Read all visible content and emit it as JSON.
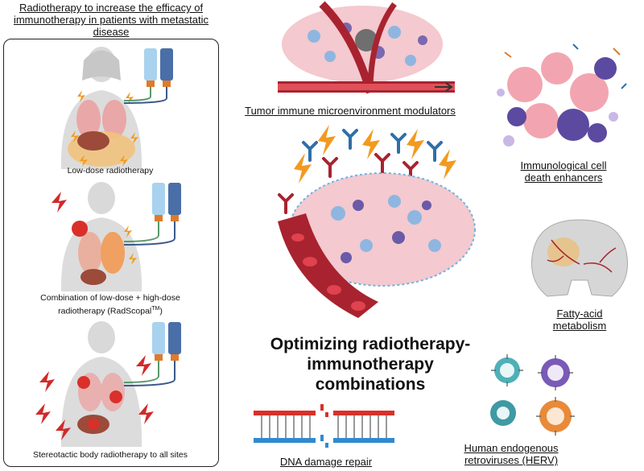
{
  "left_panel": {
    "title": "Radiotherapy to increase the efficacy of immunotherapy in patients with metastatic disease",
    "scenarios": [
      {
        "caption": "Low-dose radiotherapy"
      },
      {
        "caption_line1": "Combination of low-dose + high-dose",
        "caption_line2": "radiotherapy (RadScopal",
        "caption_tm": "TM",
        "caption_close": ")"
      },
      {
        "caption": "Stereotactic body radiotherapy to all sites"
      }
    ]
  },
  "center": {
    "top_label": "Tumor immune microenvironment modulators",
    "main_title": "Optimizing radiotherapy-immunotherapy combinations",
    "main_title_line1": "Optimizing radiotherapy-",
    "main_title_line2": "immunotherapy",
    "main_title_line3": "combinations"
  },
  "right_labels": {
    "icd_line1": "Immunological cell",
    "icd_line2": "death enhancers",
    "fa_line1": "Fatty-acid",
    "fa_line2": "metabolism",
    "herv_line1": "Human endogenous",
    "herv_line2": "retroviruses (HERV)"
  },
  "bottom_label": "DNA damage repair",
  "colors": {
    "tumor_pink": "#f2b8c0",
    "vessel_red": "#a8232f",
    "radiation_orange": "#f29a1f",
    "antibody_blue": "#2f6fa8",
    "cell_purple": "#6a5aa8"
  }
}
